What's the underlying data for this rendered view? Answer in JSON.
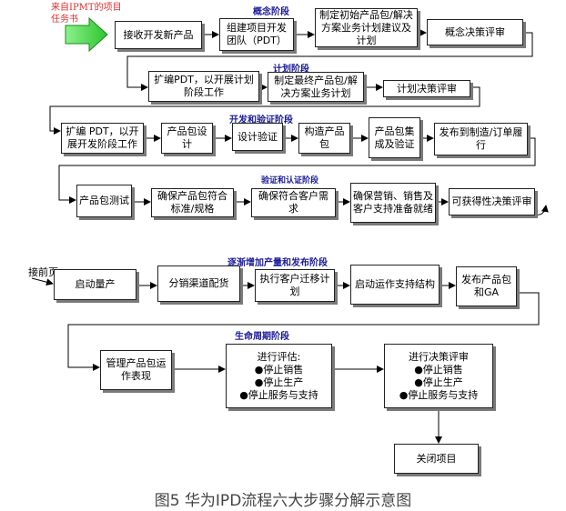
{
  "start_note": {
    "line1": "来自IPMT的项目",
    "line2": "任务书"
  },
  "stages": {
    "concept": "概念阶段",
    "plan": "计划阶段",
    "develop": "开发和验证阶段",
    "validate": "验证和认证阶段",
    "ramp": "逐渐增加产量和发布阶段",
    "lifecycle": "生命周期阶段"
  },
  "boxes": {
    "b1": "接收开发新产品",
    "b2": "组建项目开发团队（PDT）",
    "b3": "制定初始产品包/解决方案业务计划建议及计划",
    "b4": "概念决策评审",
    "b5": "扩编PDT，以开展计划阶段工作",
    "b6": "制定最终产品包/解决方案业务计划",
    "b7": "计划决策评审",
    "b8": "扩编 PDT，以开展开发阶段工作",
    "b9": "产品包设计",
    "b10": "设计验证",
    "b11": "构造产品包",
    "b12": "产品包集成及验证",
    "b13": "发布到制造/订单履行",
    "b14": "产品包测试",
    "b15": "确保产品包符合标准/规格",
    "b16": "确保符合客户需求",
    "b17": "确保营销、销售及客户支持准备就绪",
    "b18": "可获得性决策评审",
    "b19": "启动量产",
    "b20": "分销渠道配货",
    "b21": "执行客户迁移计划",
    "b22": "启动运作支持结构",
    "b23": "发布产品包和GA",
    "b24": "管理产品包运作表现",
    "b25": {
      "title": "进行评估:",
      "items": [
        "●停止销售",
        "●停止生产",
        "●停止服务与支持"
      ]
    },
    "b26": {
      "title": "进行决策评审",
      "items": [
        "●停止销售",
        "●停止生产",
        "●停止服务与支持"
      ]
    },
    "b27": "关闭项目"
  },
  "connector_label": "接前页",
  "caption": "图5 华为IPD流程六大步骤分解示意图",
  "colors": {
    "stage_title": "#1b1b9a",
    "note": "#e03030",
    "arrow_fill": "#3cd83c",
    "line": "#000000",
    "shadow": "#7a7a7a"
  }
}
